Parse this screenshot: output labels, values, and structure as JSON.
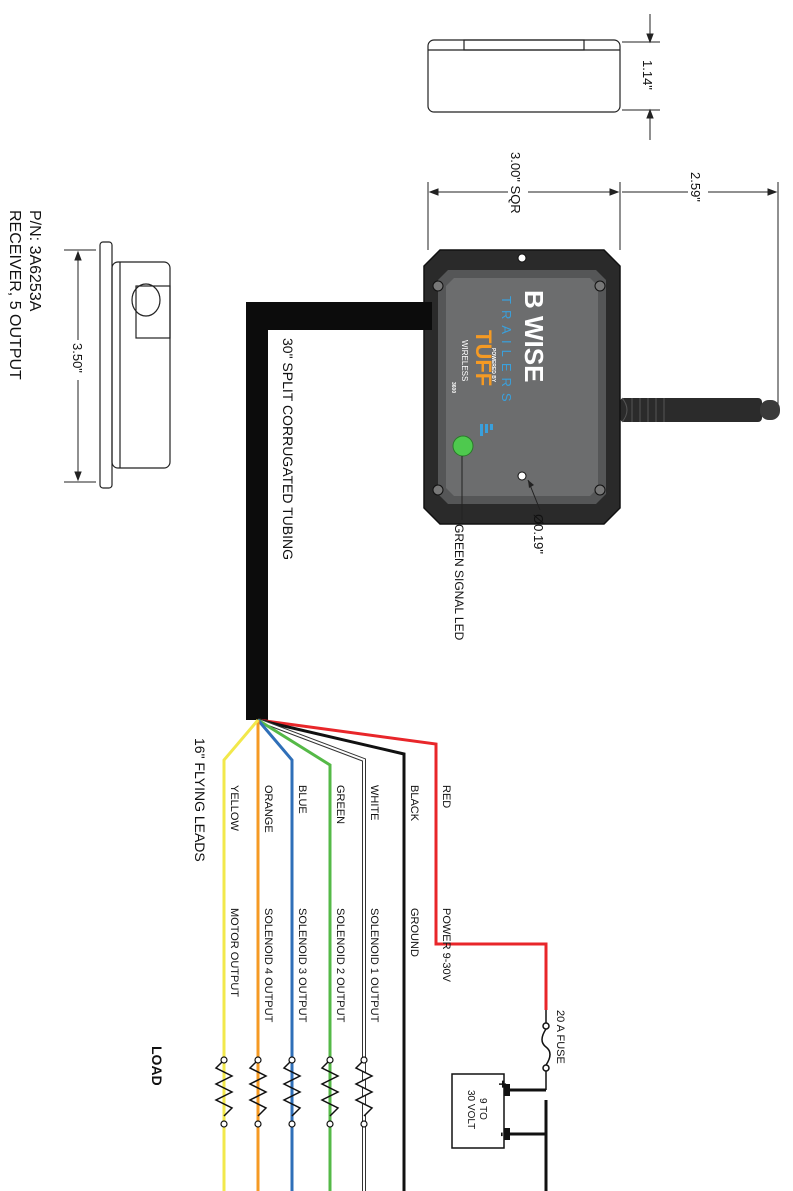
{
  "part": {
    "pn": "P/N: 3A6253A",
    "description": "RECEIVER, 5 OUTPUT"
  },
  "dimensions": {
    "height": "1.14\"",
    "square": "3.00\" SQR",
    "depth": "2.59\"",
    "side_length": "3.50\"",
    "hole_diameter": "Ø0.19\""
  },
  "labels": {
    "tubing": "30\" SPLIT CORRUGATED TUBING",
    "flying_leads": "16\" FLYING LEADS",
    "led": "GREEN SIGNAL LED",
    "fuse": "20 A FUSE",
    "battery_line1": "9 TO",
    "battery_line2": "30 VOLT",
    "battery_plus": "+",
    "battery_minus": "-",
    "load": "LOAD"
  },
  "device": {
    "brand_top": "B  WISE",
    "brand_bottom": "TRAILERS",
    "powered_by": "POWERED BY",
    "tuff": "TUFF",
    "wireless": "WIRELESS",
    "model": "3600"
  },
  "wires": [
    {
      "color_name": "RED",
      "function": "POWER 9-30V",
      "hex": "#e8262a"
    },
    {
      "color_name": "BLACK",
      "function": "GROUND",
      "hex": "#111111"
    },
    {
      "color_name": "WHITE",
      "function": "SOLENOID 1 OUTPUT",
      "hex": "#ffffff"
    },
    {
      "color_name": "GREEN",
      "function": "SOLENOID 2 OUTPUT",
      "hex": "#55b947"
    },
    {
      "color_name": "BLUE",
      "function": "SOLENOID 3 OUTPUT",
      "hex": "#2f6fb8"
    },
    {
      "color_name": "ORANGE",
      "function": "SOLENOID 4 OUTPUT",
      "hex": "#f59a23"
    },
    {
      "color_name": "YELLOW",
      "function": "MOTOR OUTPUT",
      "hex": "#f2e84b"
    }
  ]
}
